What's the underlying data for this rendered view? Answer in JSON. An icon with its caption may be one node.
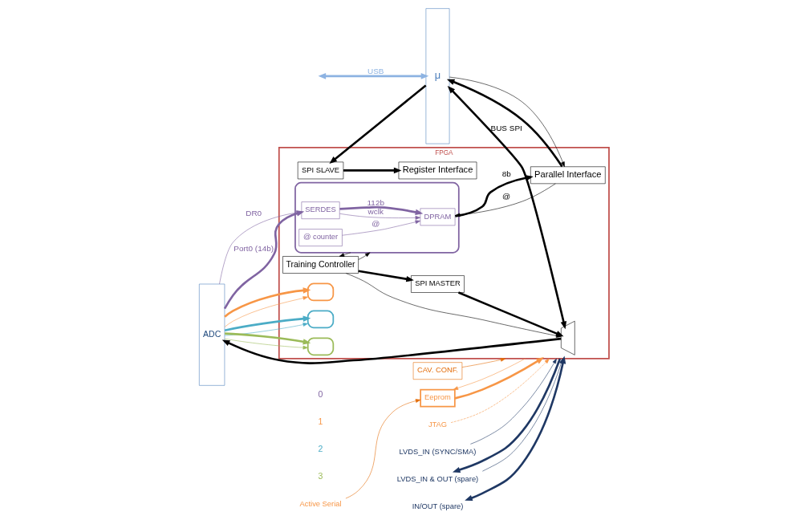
{
  "diagram": {
    "nodes": [
      {
        "text": [
          "FPGA"
        ]
      },
      {
        "text": [
          "μ"
        ]
      },
      {
        "text": [],
        "shape": "trapezoid",
        "in": 0
      },
      {
        "text": [
          "SPI SLAVE"
        ],
        "in": 0
      },
      {
        "text": [
          "Register Interface"
        ],
        "in": 0
      },
      {
        "text": [
          "SPI MASTER"
        ],
        "in": 0
      },
      {
        "text": [
          "Training Controller"
        ],
        "in": 0
      },
      {
        "text": [
          "Parallel Interface"
        ],
        "in": 0
      },
      {
        "text": [],
        "shape": "box",
        "in": 0
      },
      {
        "text": [
          "DPRAM"
        ],
        "in": 8
      },
      {
        "text": [
          "@ counter"
        ],
        "in": 8
      },
      {
        "text": [
          "SERDES"
        ],
        "in": 8
      },
      {
        "text": [],
        "shape": "box",
        "in": 0
      },
      {
        "text": [],
        "shape": "box",
        "in": 0
      },
      {
        "text": [],
        "shape": "box",
        "in": 0
      },
      {
        "text": [
          "ADC"
        ]
      },
      {
        "text": [
          "CAV. CONF."
        ]
      },
      {
        "text": [
          "Eeprom"
        ]
      },
      {
        "text": [
          "JTAG"
        ]
      },
      {
        "text": [
          "Active Serial"
        ]
      },
      {
        "text": [
          "LVDS_IN (SYNC/SMA)"
        ]
      },
      {
        "text": [
          "LVDS_IN & OUT (spare)"
        ]
      },
      {
        "text": [
          "IN/OUT (spare)"
        ]
      }
    ],
    "edges": [
      {
        "from": null,
        "to": 1,
        "arrow": "both",
        "label": "USB",
        "style": "thick",
        "color": "#8db3e2"
      },
      {
        "from": 1,
        "to": 2,
        "arrow": "both",
        "label": "BUS SPI",
        "style": "thick"
      },
      {
        "from": 1,
        "to": 3,
        "arrow": "to",
        "style": "thick"
      },
      {
        "from": 3,
        "to": 4,
        "arrow": "to",
        "style": "thick"
      },
      {
        "from": 5,
        "to": 2,
        "arrow": "to",
        "style": "thick"
      },
      {
        "from": 6,
        "to": 5,
        "arrow": "to",
        "style": "thick"
      },
      {
        "from": 6,
        "to": 2,
        "arrow": "to"
      },
      {
        "from": 2,
        "to": 15,
        "arrow": "to",
        "style": "thick"
      },
      {
        "from": 6,
        "to": 8,
        "arrow": "to"
      },
      {
        "from": 8,
        "to": 6,
        "arrow": "to"
      },
      {
        "from": 7,
        "to": 1,
        "arrow": "to",
        "style": "thick"
      },
      {
        "from": 1,
        "to": 7,
        "arrow": "to"
      },
      {
        "from": 7,
        "to": 9,
        "arrow": "to",
        "label": "@"
      },
      {
        "from": 9,
        "to": 7,
        "arrow": "to",
        "label": "8b",
        "style": "thick"
      },
      {
        "from": 10,
        "to": 9,
        "arrow": "to",
        "label": "@",
        "color": "#8064a2"
      },
      {
        "from": 11,
        "to": 9,
        "arrow": "to",
        "label": "wclk",
        "color": "#8064a2"
      },
      {
        "from": 11,
        "to": 9,
        "arrow": "to",
        "label": "112b",
        "style": "thick",
        "color": "#8064a2"
      },
      {
        "from": 15,
        "to": 11,
        "arrow": "to",
        "label": "DR0",
        "color": "#8064a2"
      },
      {
        "from": 15,
        "to": 11,
        "arrow": "to",
        "label": "Port0 (14b)",
        "style": "thick",
        "color": "#8064a2"
      },
      {
        "from": 15,
        "to": 12,
        "arrow": "to",
        "color": "#f79646"
      },
      {
        "from": 15,
        "to": 12,
        "arrow": "to",
        "style": "thick",
        "color": "#f79646"
      },
      {
        "from": 15,
        "to": 13,
        "arrow": "to",
        "color": "#4bacc6"
      },
      {
        "from": 15,
        "to": 13,
        "arrow": "to",
        "style": "thick",
        "color": "#4bacc6"
      },
      {
        "from": 15,
        "to": 14,
        "arrow": "to",
        "color": "#9bbb59"
      },
      {
        "from": 15,
        "to": 14,
        "arrow": "to",
        "style": "thick",
        "color": "#9bbb59"
      },
      {
        "from": 16,
        "to": 0,
        "arrow": "to",
        "color": "#e36c09"
      },
      {
        "from": 17,
        "to": 0,
        "arrow": "to",
        "style": "thick",
        "color": "#f79646"
      },
      {
        "from": 0,
        "to": 17,
        "arrow": "to",
        "color": "#f79646"
      },
      {
        "from": 18,
        "to": 0,
        "arrow": "to",
        "style": "dashed",
        "color": "#f79646"
      },
      {
        "from": 19,
        "to": 17,
        "arrow": "to",
        "color": "#e36c09"
      },
      {
        "from": 20,
        "to": 0,
        "arrow": "to",
        "color": "#1f3864"
      },
      {
        "from": 21,
        "to": 0,
        "arrow": "to",
        "color": "#1f3864"
      },
      {
        "from": 0,
        "to": 21,
        "arrow": "to",
        "style": "thick",
        "color": "#1f3864"
      },
      {
        "from": 22,
        "to": 0,
        "arrow": "both",
        "style": "thick",
        "color": "#1f3864"
      }
    ],
    "labels": [
      "0",
      "1",
      "2",
      "3"
    ]
  }
}
